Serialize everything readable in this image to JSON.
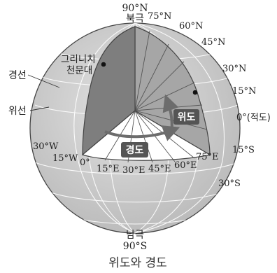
{
  "colors": {
    "globe": "#c9c9c9",
    "meridian_plane": "#7e7e7e",
    "latitude_wedge": "#a6a6a6",
    "latitude_wedge_inner": "#b4b4b4",
    "equator_wedge": "#ffffff",
    "arc_arrow": "#6c6c6c",
    "tag_box": "#555555",
    "line": "#444444"
  },
  "globe": {
    "north_pole_name": "북극",
    "north_pole_lat": "90°N",
    "south_pole_name": "남극",
    "south_pole_lat": "90°S"
  },
  "labels": {
    "greenwich": [
      "그리니치",
      "천문대"
    ],
    "meridian": "경선",
    "parallel": "위선",
    "latitude_tag": "위도",
    "longitude_tag": "경도",
    "equator": "0°(적도)",
    "prime_meridian": "0°"
  },
  "latitudes": [
    "75°N",
    "60°N",
    "45°N",
    "30°N",
    "15°N",
    "15°S",
    "30°S"
  ],
  "longitudes_east": [
    "15°E",
    "30°E",
    "45°E",
    "60°E",
    "75°E"
  ],
  "longitudes_west": [
    "15°W",
    "30°W"
  ],
  "caption": "위도와 경도"
}
